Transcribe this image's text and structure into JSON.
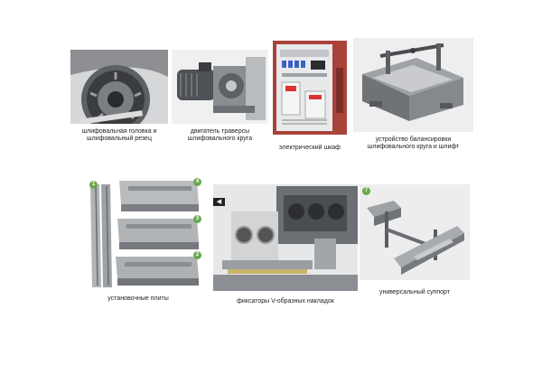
{
  "colors": {
    "badge_green": "#6aa84f",
    "metal_dark": "#6b6e72",
    "metal_light": "#c9cbcd",
    "cabinet_red": "#b84a3a"
  },
  "captions": {
    "grinding_head": [
      "шлифовальная головка и",
      "шлифовальный резец"
    ],
    "traverse_motor": [
      "двигатель траверсы",
      "шлифовального круга"
    ],
    "electric_cabinet": [
      "электрический шкаф"
    ],
    "balancing_device": [
      "устройство балансировки",
      "шлифовального круга и шлифт"
    ],
    "mounting_plates": [
      "установочные плиты"
    ],
    "v_clamps": [
      "фиксаторы V-образных накладок"
    ],
    "universal_support": [
      "универсальный суппорт"
    ]
  },
  "badges": {
    "b1": "1",
    "b2": "2",
    "b3": "3",
    "b4": "4",
    "b7": "7",
    "arrow": "◀"
  }
}
